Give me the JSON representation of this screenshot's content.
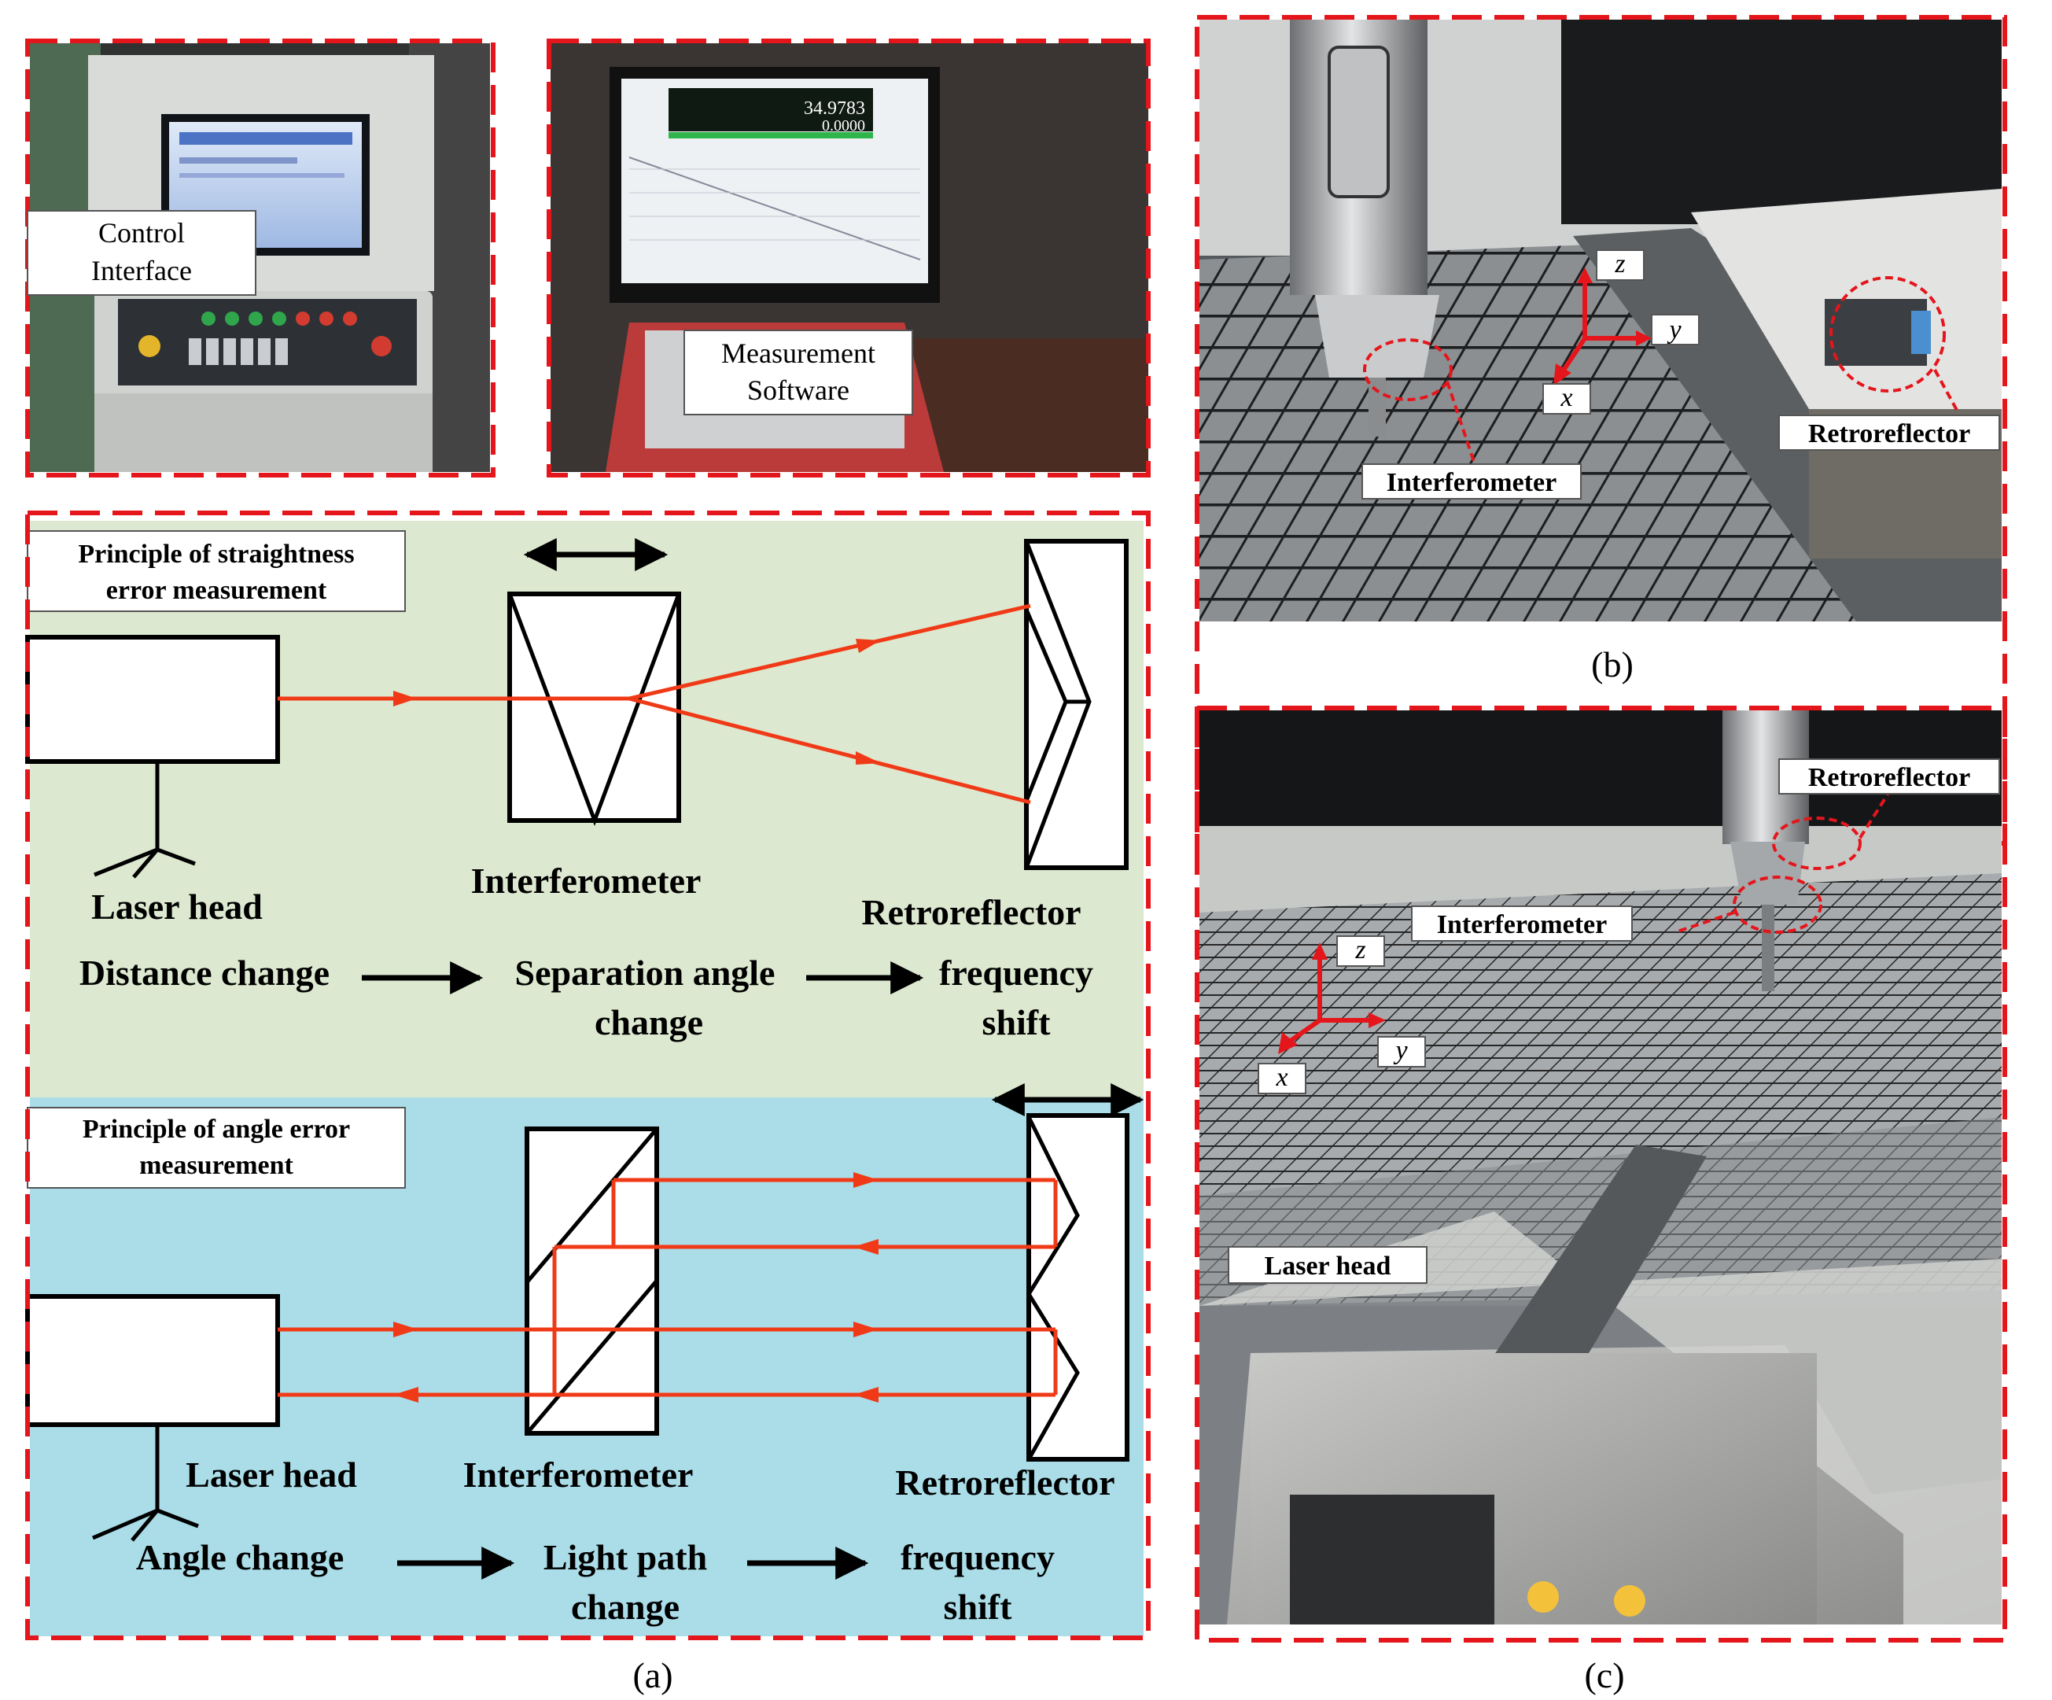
{
  "labels": {
    "control_interface": [
      "Control",
      "Interface"
    ],
    "measurement_software": [
      "Measurement",
      "Software"
    ],
    "laptop_readout": [
      "34.9783",
      "0.0000"
    ],
    "straightness_title": [
      "Principle of straightness",
      "error measurement"
    ],
    "angle_title": [
      "Principle of angle error",
      "measurement"
    ],
    "laser_head": "Laser head",
    "interferometer": "Interferometer",
    "retroreflector": "Retroreflector",
    "distance_change": "Distance change",
    "separation_angle_change": [
      "Separation angle",
      "change"
    ],
    "frequency_shift": [
      "frequency",
      "shift"
    ],
    "angle_change": "Angle change",
    "light_path_change": [
      "Light path",
      "change"
    ],
    "axis_z": "z",
    "axis_y": "y",
    "axis_x": "x",
    "caption_a": "(a)",
    "caption_b": "(b)",
    "caption_c": "(c)"
  },
  "colors": {
    "frame_dash": "#e4161c",
    "beam": "#f03a17",
    "straightness_bg": "#dce8cf",
    "angle_bg": "#aadde8",
    "ink": "#000000"
  }
}
